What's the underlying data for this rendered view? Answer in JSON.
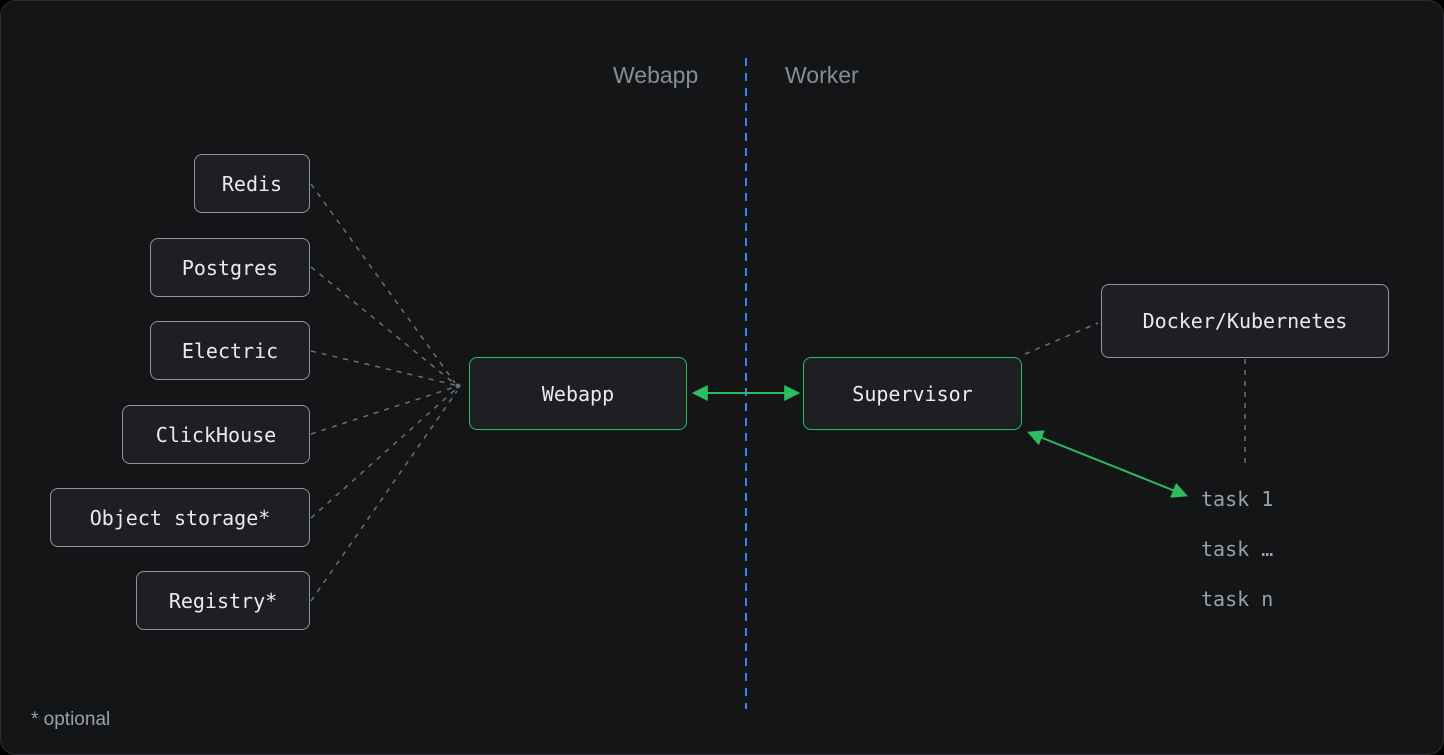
{
  "diagram": {
    "lane_labels": {
      "webapp": "Webapp",
      "worker": "Worker"
    },
    "nodes": {
      "redis": {
        "label": "Redis"
      },
      "postgres": {
        "label": "Postgres"
      },
      "electric": {
        "label": "Electric"
      },
      "clickhouse": {
        "label": "ClickHouse"
      },
      "object_storage": {
        "label": "Object storage*"
      },
      "registry": {
        "label": "Registry*"
      },
      "webapp": {
        "label": "Webapp"
      },
      "supervisor": {
        "label": "Supervisor"
      },
      "docker_kubernetes": {
        "label": "Docker/Kubernetes"
      }
    },
    "tasks": [
      "task 1",
      "task …",
      "task n"
    ],
    "footnote": "* optional",
    "colors": {
      "accent_green": "#2bbd5e",
      "divider_blue": "#3b82f6",
      "muted_gray": "#9aa1aa"
    }
  }
}
